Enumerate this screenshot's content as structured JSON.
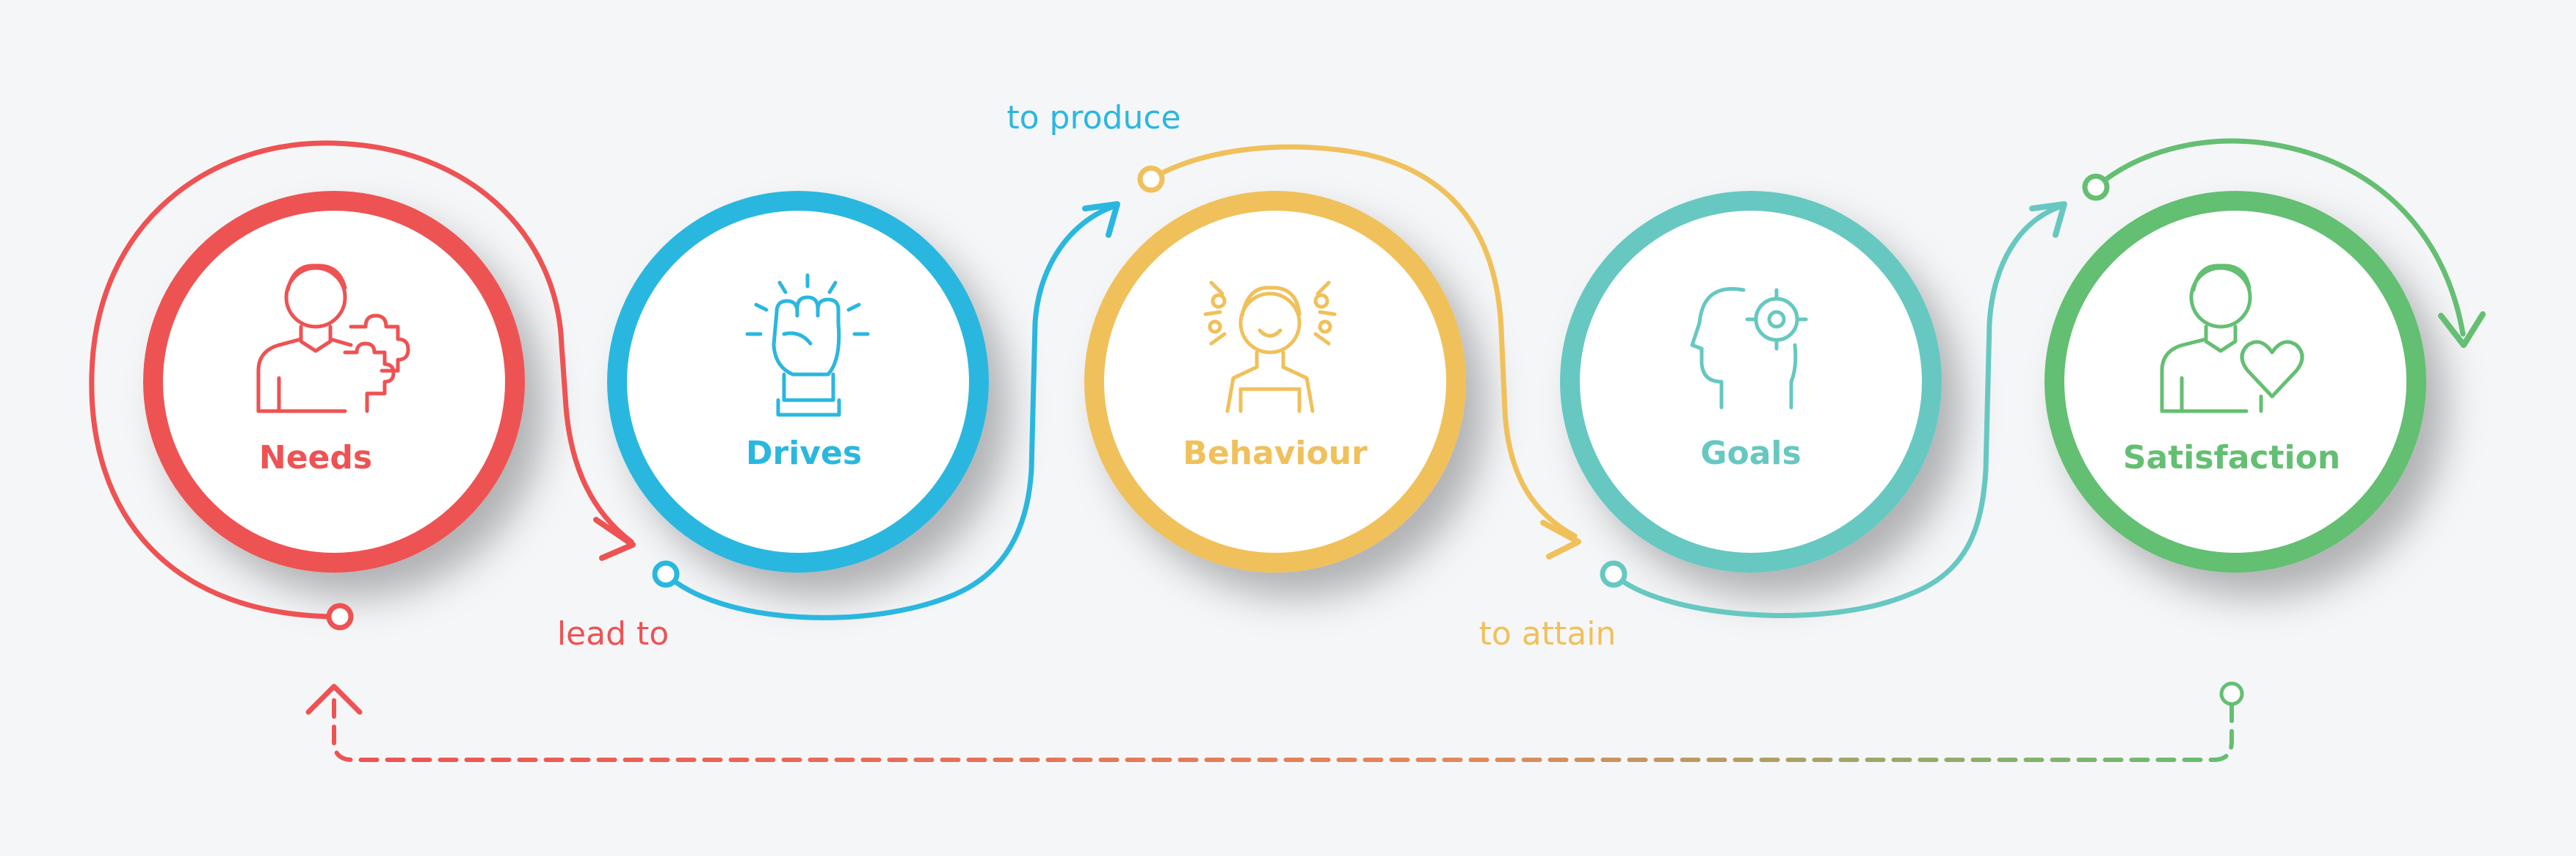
{
  "diagram": {
    "stages": [
      {
        "label": "Needs",
        "icon": "person-puzzle-icon",
        "color": "#ee5253"
      },
      {
        "label": "Drives",
        "icon": "raised-fist-icon",
        "color": "#2ab7df"
      },
      {
        "label": "Behaviour",
        "icon": "excited-person-icon",
        "color": "#f0c05a"
      },
      {
        "label": "Goals",
        "icon": "head-target-icon",
        "color": "#66c8c1"
      },
      {
        "label": "Satisfaction",
        "icon": "person-heart-icon",
        "color": "#64bf72"
      }
    ],
    "connectors": [
      "lead to",
      "to produce",
      "to attain"
    ]
  }
}
